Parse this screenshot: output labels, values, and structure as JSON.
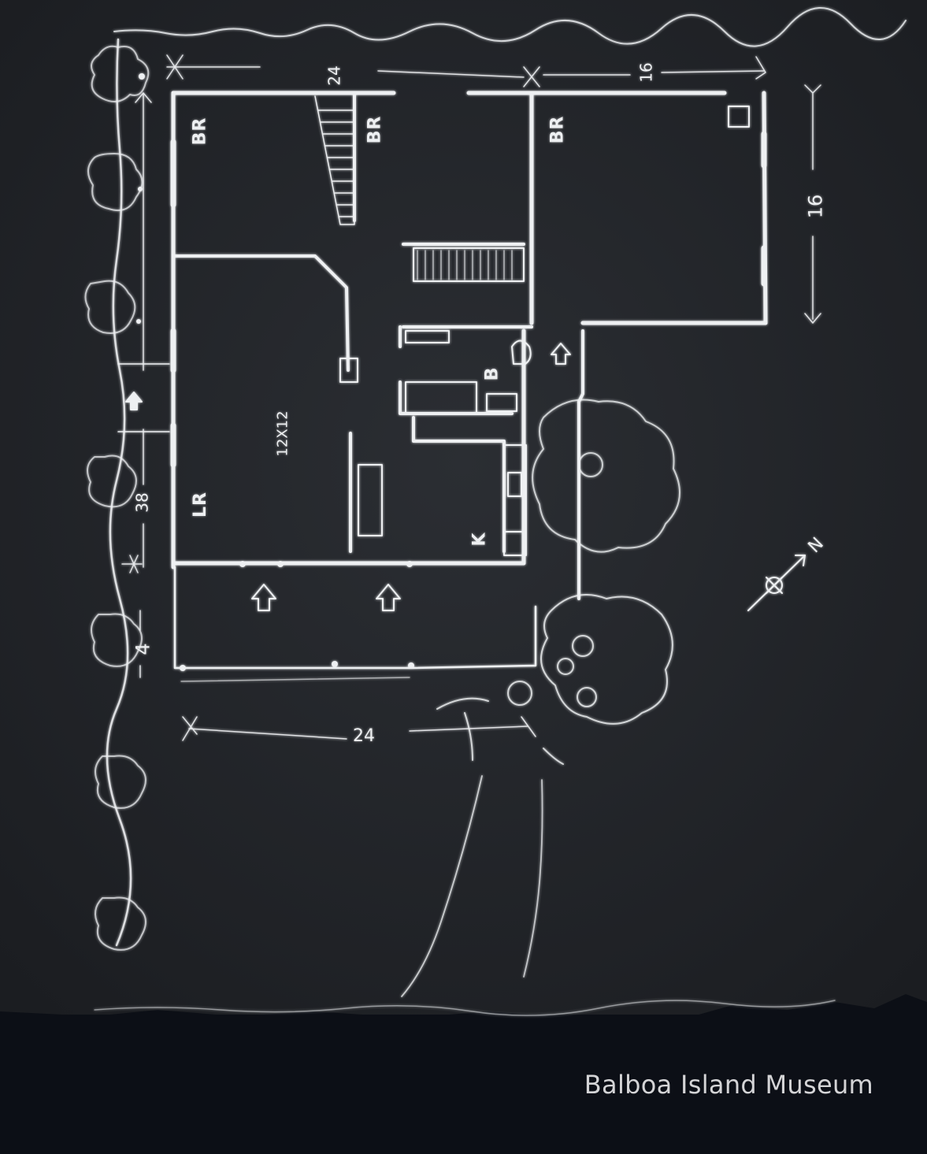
{
  "watermark": "Balboa Island Museum",
  "rooms": {
    "br1": "BR",
    "br2": "BR",
    "br3": "BR",
    "lr": "LR",
    "b": "B",
    "k": "K",
    "lr_size": "12X12"
  },
  "dimensions": {
    "top_24": "24",
    "top_16": "16",
    "right_16": "16",
    "left_38": "38",
    "left_4": "4",
    "bottom_24": "24"
  },
  "north_arrow": "N",
  "colors": {
    "chalk": "#eef0f2",
    "board": "#26292d",
    "backing": "#0c0f16"
  }
}
